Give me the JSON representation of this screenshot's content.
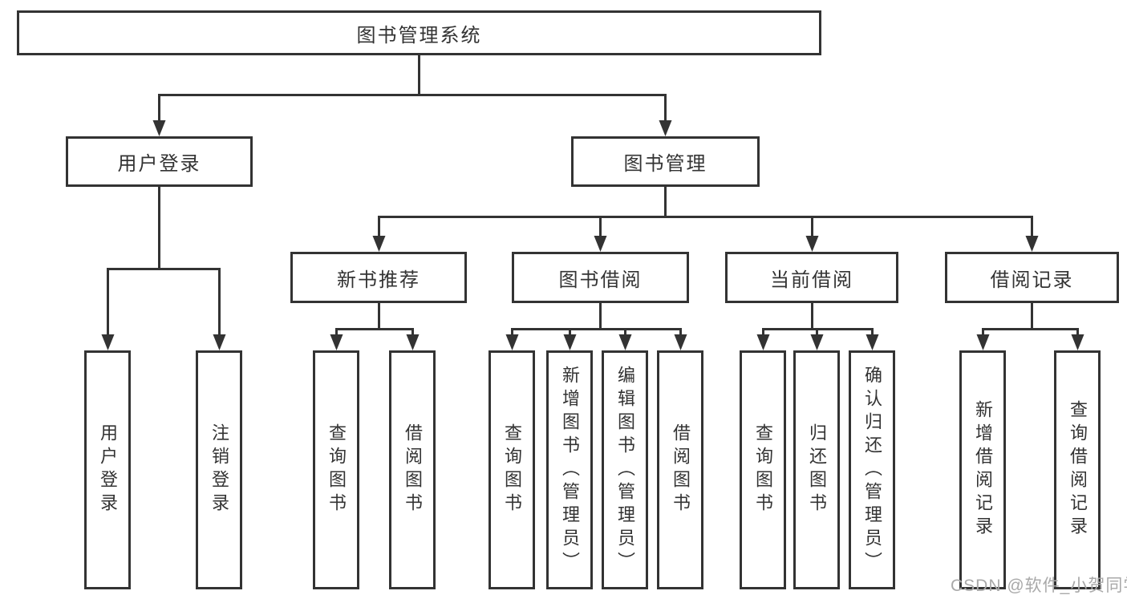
{
  "diagram": {
    "nodes": {
      "root": "图书管理系统",
      "user_login": "用户登录",
      "book_management": "图书管理",
      "new_book_recommend": "新书推荐",
      "book_borrowing": "图书借阅",
      "current_borrowing": "当前借阅",
      "borrowing_records": "借阅记录",
      "leaf_user_login": "用户登录",
      "leaf_logout": "注销登录",
      "leaf_nb_query_books": "查询图书",
      "leaf_nb_borrow_books": "借阅图书",
      "leaf_bb_query_books": "查询图书",
      "leaf_bb_add_books_admin": "新增图书（管理员）",
      "leaf_bb_edit_books_admin": "编辑图书（管理员）",
      "leaf_bb_borrow_books": "借阅图书",
      "leaf_cb_query_books": "查询图书",
      "leaf_cb_return_books": "归还图书",
      "leaf_cb_confirm_return_admin": "确认归还（管理员）",
      "leaf_br_add_record": "新增借阅记录",
      "leaf_br_query_record": "查询借阅记录"
    },
    "edges": [
      {
        "parent": "root",
        "children": [
          "user_login",
          "book_management"
        ]
      },
      {
        "parent": "user_login",
        "children": [
          "leaf_user_login",
          "leaf_logout"
        ]
      },
      {
        "parent": "book_management",
        "children": [
          "new_book_recommend",
          "book_borrowing",
          "current_borrowing",
          "borrowing_records"
        ]
      },
      {
        "parent": "new_book_recommend",
        "children": [
          "leaf_nb_query_books",
          "leaf_nb_borrow_books"
        ]
      },
      {
        "parent": "book_borrowing",
        "children": [
          "leaf_bb_query_books",
          "leaf_bb_add_books_admin",
          "leaf_bb_edit_books_admin",
          "leaf_bb_borrow_books"
        ]
      },
      {
        "parent": "current_borrowing",
        "children": [
          "leaf_cb_query_books",
          "leaf_cb_return_books",
          "leaf_cb_confirm_return_admin"
        ]
      },
      {
        "parent": "borrowing_records",
        "children": [
          "leaf_br_add_record",
          "leaf_br_query_record"
        ]
      }
    ],
    "watermark": "CSDN @软件_小贺同学",
    "colors": {
      "line": "#333333",
      "text": "#333333",
      "watermark": "#a9a9a9",
      "background": "#ffffff"
    }
  }
}
